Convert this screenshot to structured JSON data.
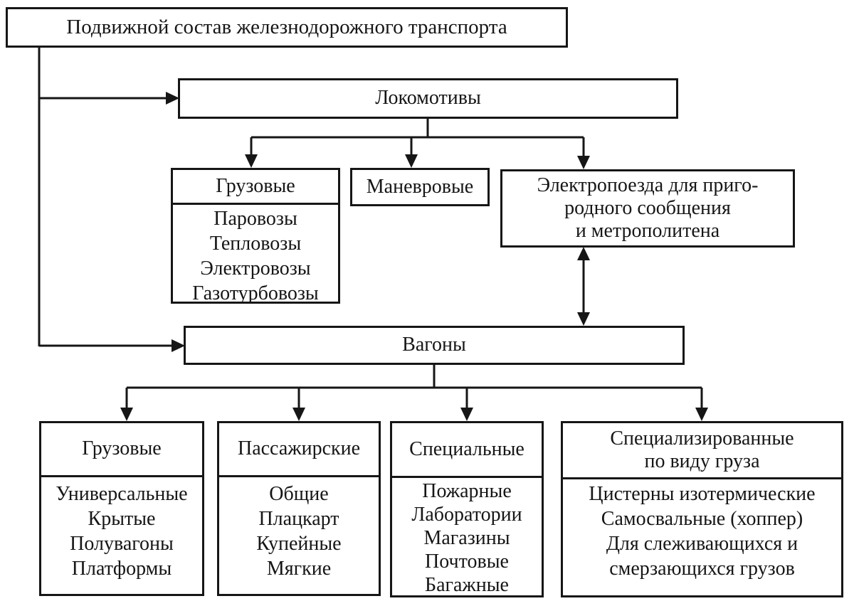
{
  "colors": {
    "ink": "#161616",
    "background": "#ffffff"
  },
  "root": {
    "label": "Подвижной состав железнодорожного транспорта"
  },
  "locomotives": {
    "label": "Локомотивы",
    "children": [
      {
        "title": "Грузовые",
        "items": [
          "Паровозы",
          "Тепловозы",
          "Электровозы",
          "Газотурбовозы"
        ]
      },
      {
        "title": "Маневровые"
      },
      {
        "title_lines": [
          "Электропоезда для приго-",
          "родного сообщения",
          "и метрополитена"
        ]
      }
    ]
  },
  "wagons": {
    "label": "Вагоны",
    "children": [
      {
        "title_lines": [
          "Грузовые"
        ],
        "items": [
          "Универсальные",
          "Крытые",
          "Полувагоны",
          "Платформы"
        ]
      },
      {
        "title_lines": [
          "Пассажирские"
        ],
        "items": [
          "Общие",
          "Плацкарт",
          "Купейные",
          "Мягкие"
        ]
      },
      {
        "title_lines": [
          "Специальные"
        ],
        "items": [
          "Пожарные",
          "Лаборатории",
          "Магазины",
          "Почтовые",
          "Багажные"
        ]
      },
      {
        "title_lines": [
          "Специализированные",
          "по виду груза"
        ],
        "items": [
          "Цистерны изотермические",
          "Самосвальные (хоппер)",
          "Для слеживающихся и",
          "смерзающихся грузов"
        ]
      }
    ]
  }
}
